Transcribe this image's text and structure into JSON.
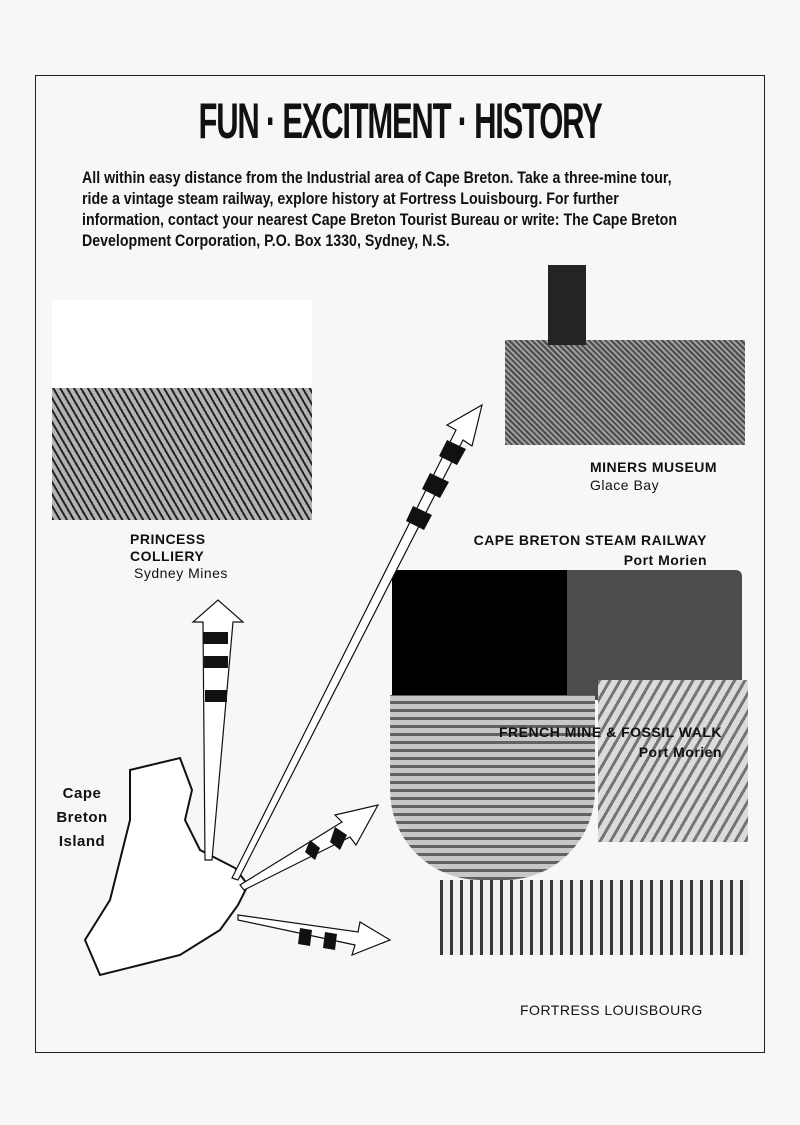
{
  "title": "FUN · EXCITMENT · HISTORY",
  "body_lines": [
    "All within easy distance from the Industrial area of Cape Breton. Take a  three-mine tour,",
    "ride a vintage   steam railway, explore history at Fortress Louisbourg.   For further",
    "information, contact your nearest Cape Breton Tourist Bureau or write: The Cape Breton",
    "Development Corporation, P.O. Box 1330, Sydney, N.S."
  ],
  "attractions": {
    "colliery": {
      "name1": "PRINCESS",
      "name2": "COLLIERY",
      "place": "Sydney Mines"
    },
    "museum": {
      "name": "MINERS MUSEUM",
      "place": "Glace Bay"
    },
    "railway": {
      "name": "CAPE BRETON STEAM RAILWAY",
      "place": "Port Morien"
    },
    "mine": {
      "name": "FRENCH MINE & FOSSIL WALK",
      "place": "Port Morien"
    },
    "fortress": {
      "name": "FORTRESS LOUISBOURG"
    }
  },
  "map": {
    "line1": "Cape",
    "line2": "Breton",
    "line3": "Island"
  }
}
